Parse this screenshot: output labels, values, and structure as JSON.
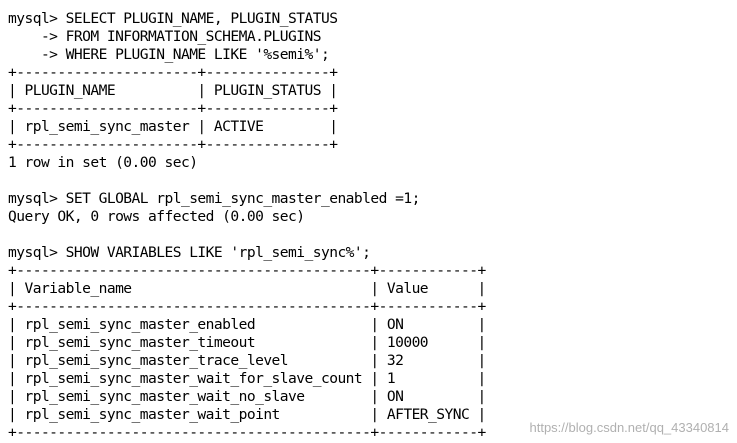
{
  "terminal": {
    "lines": [
      "mysql> SELECT PLUGIN_NAME, PLUGIN_STATUS",
      "    -> FROM INFORMATION_SCHEMA.PLUGINS",
      "    -> WHERE PLUGIN_NAME LIKE '%semi%';",
      "+----------------------+---------------+",
      "| PLUGIN_NAME          | PLUGIN_STATUS |",
      "+----------------------+---------------+",
      "| rpl_semi_sync_master | ACTIVE        |",
      "+----------------------+---------------+",
      "1 row in set (0.00 sec)",
      "",
      "mysql> SET GLOBAL rpl_semi_sync_master_enabled =1;",
      "Query OK, 0 rows affected (0.00 sec)",
      "",
      "mysql> SHOW VARIABLES LIKE 'rpl_semi_sync%';",
      "+-------------------------------------------+------------+",
      "| Variable_name                             | Value      |",
      "+-------------------------------------------+------------+",
      "| rpl_semi_sync_master_enabled              | ON         |",
      "| rpl_semi_sync_master_timeout              | 10000      |",
      "| rpl_semi_sync_master_trace_level          | 32         |",
      "| rpl_semi_sync_master_wait_for_slave_count | 1          |",
      "| rpl_semi_sync_master_wait_no_slave        | ON         |",
      "| rpl_semi_sync_master_wait_point           | AFTER_SYNC |",
      "+-------------------------------------------+------------+"
    ]
  },
  "watermark": {
    "text": "https://blog.csdn.net/qq_43340814"
  }
}
